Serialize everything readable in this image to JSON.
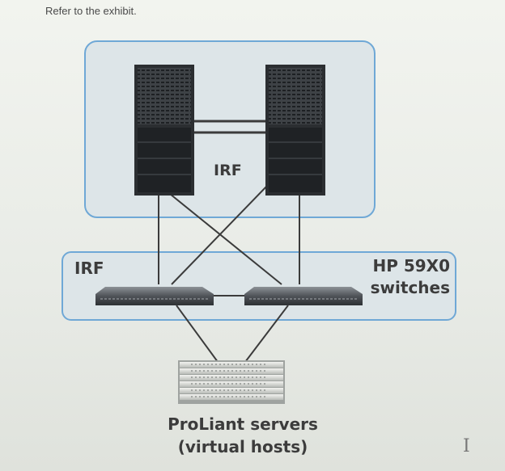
{
  "header": {
    "instruction": "Refer to the exhibit."
  },
  "diagram": {
    "core": {
      "label": "IRF"
    },
    "access": {
      "label": "IRF",
      "switches_label_line1": "HP 59X0",
      "switches_label_line2": "switches"
    },
    "servers": {
      "label_line1": "ProLiant servers",
      "label_line2": "(virtual hosts)"
    }
  },
  "ui": {
    "cursor_icon": "text-cursor-icon"
  }
}
